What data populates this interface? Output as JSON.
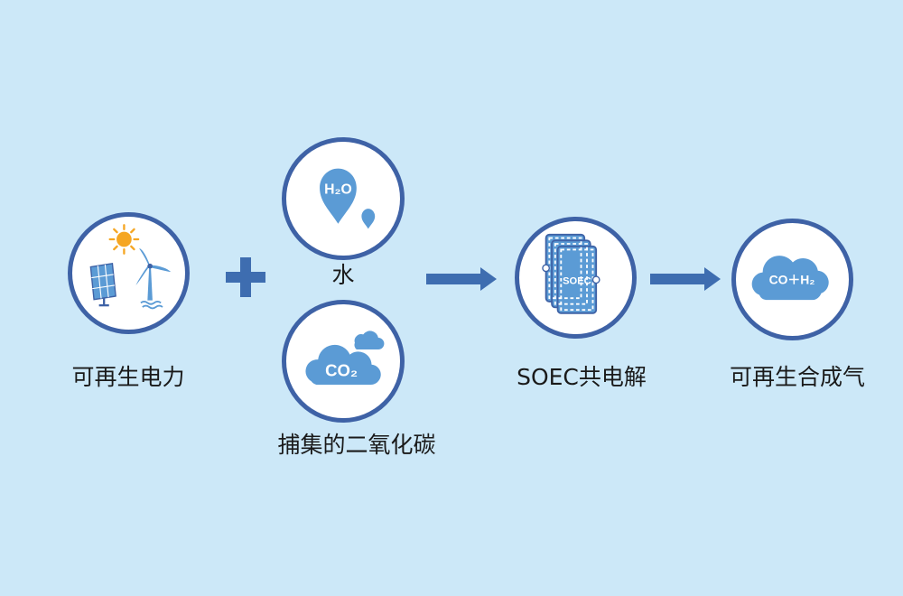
{
  "colors": {
    "background": "#cce8f8",
    "ring": "#3e62a6",
    "icon_blue": "#5b9bd5",
    "arrow": "#3e6db0",
    "sun": "#f5a623"
  },
  "nodes": {
    "renewable_power": {
      "label": "可再生电力",
      "icons": [
        "sun-icon",
        "solar-panel-icon",
        "wind-turbine-icon"
      ]
    },
    "water": {
      "label": "水",
      "icon_text": "H₂O",
      "icons": [
        "water-drop-icon"
      ]
    },
    "captured_co2": {
      "label": "捕集的二氧化碳",
      "icon_text": "CO₂",
      "icons": [
        "cloud-icon"
      ]
    },
    "soec": {
      "label": "SOEC共电解",
      "icon_text": "SOEC",
      "icons": [
        "soec-stack-icon"
      ]
    },
    "syngas": {
      "label": "可再生合成气",
      "icon_text": "CO＋H₂",
      "icons": [
        "cloud-icon"
      ]
    }
  }
}
